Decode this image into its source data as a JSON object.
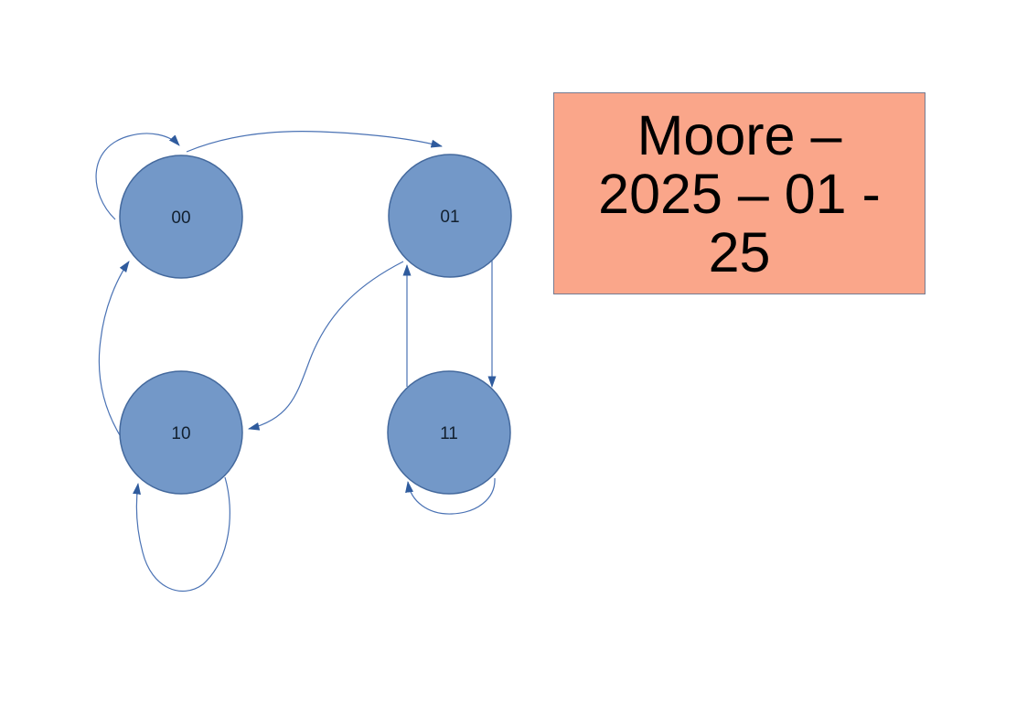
{
  "title_box": {
    "text": "Moore – 2025 – 01 - 25",
    "lines": [
      "Moore –",
      "2025 – 01 -",
      "25"
    ]
  },
  "diagram": {
    "type": "moore-state-machine",
    "nodes": [
      {
        "id": "00",
        "label": "00"
      },
      {
        "id": "01",
        "label": "01"
      },
      {
        "id": "10",
        "label": "10"
      },
      {
        "id": "11",
        "label": "11"
      }
    ],
    "transitions": [
      {
        "from": "00",
        "to": "00"
      },
      {
        "from": "00",
        "to": "01"
      },
      {
        "from": "01",
        "to": "11"
      },
      {
        "from": "11",
        "to": "01"
      },
      {
        "from": "01",
        "to": "10"
      },
      {
        "from": "10",
        "to": "00"
      },
      {
        "from": "10",
        "to": "10"
      },
      {
        "from": "11",
        "to": "11"
      }
    ]
  },
  "colors": {
    "page_bg": "#ffffff",
    "node_fill": "#7398c8",
    "node_stroke": "#44699d",
    "label_color": "#12202f",
    "edge_color": "#4a72b4",
    "arrowhead_color": "#2f5b9d",
    "title_bg": "#faa68a",
    "title_border": "#757b91",
    "title_text": "#000000"
  }
}
